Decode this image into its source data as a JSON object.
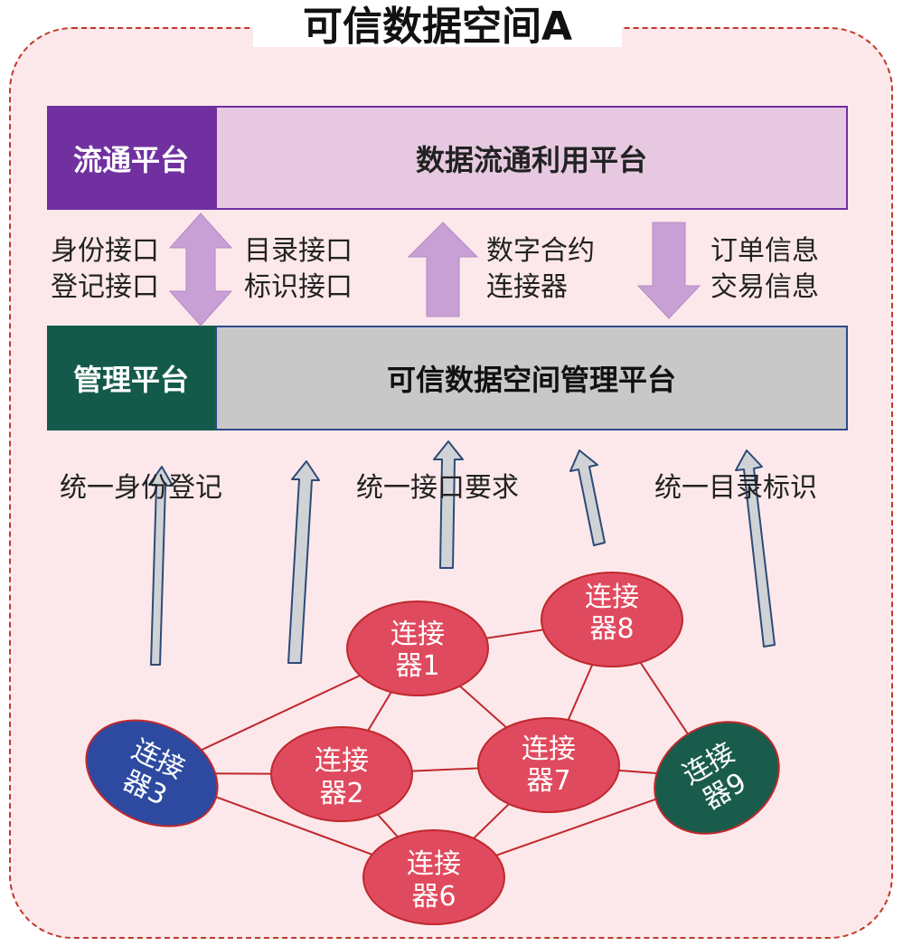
{
  "title": "可信数据空间A",
  "top_row": {
    "left_label": "流通平台",
    "main_label": "数据流通利用平台"
  },
  "bottom_row": {
    "left_label": "管理平台",
    "main_label": "可信数据空间管理平台"
  },
  "interfaces": {
    "left_a": [
      "身份接口",
      "登记接口"
    ],
    "left_b": [
      "目录接口",
      "标识接口"
    ],
    "middle": [
      "数字合约",
      "连接器"
    ],
    "right": [
      "订单信息",
      "交易信息"
    ]
  },
  "requirements": [
    "统一身份登记",
    "统一接口要求",
    "统一目录标识"
  ],
  "connectors": [
    {
      "id": "c1",
      "line1": "连接",
      "line2": "器1"
    },
    {
      "id": "c2",
      "line1": "连接",
      "line2": "器2"
    },
    {
      "id": "c3",
      "line1": "连接",
      "line2": "器3"
    },
    {
      "id": "c6",
      "line1": "连接",
      "line2": "器6"
    },
    {
      "id": "c7",
      "line1": "连接",
      "line2": "器7"
    },
    {
      "id": "c8",
      "line1": "连接",
      "line2": "器8"
    },
    {
      "id": "c9",
      "line1": "连接",
      "line2": "器9"
    }
  ],
  "colors": {
    "purple": "#7030a0",
    "light_purple": "#e6c9e0",
    "arrow_purple": "#c9a0d6",
    "teal": "#145a4a",
    "gray_box": "#c8c8c8",
    "red_node": "#e04a5e",
    "blue_node": "#2d4aa0",
    "green_node": "#1a5c4c",
    "edge_red": "#c0282d",
    "gray_arrow": "#d0d3d6",
    "arrow_outline": "#2e4a78",
    "frame_dash": "#c0392b"
  }
}
